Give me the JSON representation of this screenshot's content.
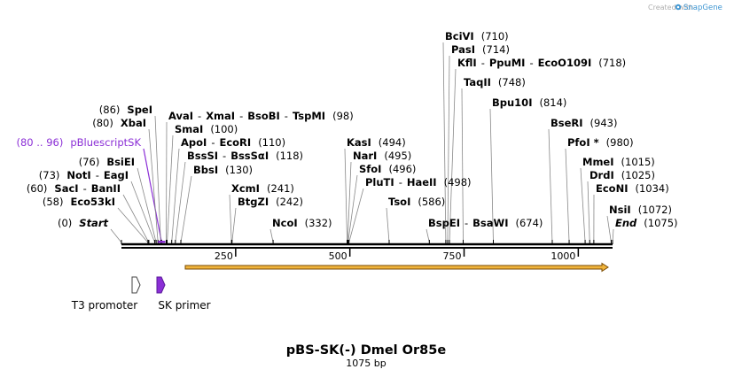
{
  "credit": {
    "text": "Created with",
    "brand": "SnapGene"
  },
  "title": "pBS-SK(-) Dmel Or85e",
  "subtitle": "1075 bp",
  "sequence": {
    "length": 1075
  },
  "axis": {
    "ticks": [
      250,
      500,
      750,
      1000
    ]
  },
  "colors": {
    "backbone": "#000000",
    "feature": "#8b2fd6",
    "arrow_fill": "#f0b43c",
    "arrow_edge": "#7a4a00",
    "leader": "#888888",
    "credit_brand": "#3f96d2"
  },
  "labels": [
    {
      "parts": [
        {
          "t": "(0)",
          "s": "pos"
        },
        {
          "t": "Start",
          "s": "nm-i"
        }
      ],
      "site": 0
    },
    {
      "parts": [
        {
          "t": "(58)",
          "s": "pos"
        },
        {
          "t": "Eco53kI",
          "s": "nm"
        }
      ],
      "site": 58
    },
    {
      "parts": [
        {
          "t": "(60)",
          "s": "pos"
        },
        {
          "t": "SacI",
          "s": "nm"
        },
        {
          "t": "-",
          "s": "pos"
        },
        {
          "t": "BanII",
          "s": "nm"
        }
      ],
      "site": 60
    },
    {
      "parts": [
        {
          "t": "(73)",
          "s": "pos"
        },
        {
          "t": "NotI",
          "s": "nm"
        },
        {
          "t": "-",
          "s": "pos"
        },
        {
          "t": "EagI",
          "s": "nm"
        }
      ],
      "site": 73
    },
    {
      "parts": [
        {
          "t": "(76)",
          "s": "pos"
        },
        {
          "t": "BsiEI",
          "s": "nm"
        }
      ],
      "site": 76
    },
    {
      "parts": [
        {
          "t": "(80 .. 96)",
          "s": "feat"
        },
        {
          "t": "pBluescriptSK",
          "s": "feat"
        }
      ],
      "site": 88
    },
    {
      "parts": [
        {
          "t": "(80)",
          "s": "pos"
        },
        {
          "t": "XbaI",
          "s": "nm"
        }
      ],
      "site": 80
    },
    {
      "parts": [
        {
          "t": "(86)",
          "s": "pos"
        },
        {
          "t": "SpeI",
          "s": "nm"
        }
      ],
      "site": 86
    },
    {
      "parts": [
        {
          "t": "AvaI",
          "s": "nm"
        },
        {
          "t": "-",
          "s": "pos"
        },
        {
          "t": "XmaI",
          "s": "nm"
        },
        {
          "t": "-",
          "s": "pos"
        },
        {
          "t": "BsoBI",
          "s": "nm"
        },
        {
          "t": "-",
          "s": "pos"
        },
        {
          "t": "TspMI",
          "s": "nm"
        },
        {
          "t": "(98)",
          "s": "pos"
        }
      ],
      "site": 98
    },
    {
      "parts": [
        {
          "t": "SmaI",
          "s": "nm"
        },
        {
          "t": "(100)",
          "s": "pos"
        }
      ],
      "site": 100
    },
    {
      "parts": [
        {
          "t": "ApoI",
          "s": "nm"
        },
        {
          "t": "-",
          "s": "pos"
        },
        {
          "t": "EcoRI",
          "s": "nm"
        },
        {
          "t": "(110)",
          "s": "pos"
        }
      ],
      "site": 110
    },
    {
      "parts": [
        {
          "t": "BssSI",
          "s": "nm"
        },
        {
          "t": "-",
          "s": "pos"
        },
        {
          "t": "BssSαI",
          "s": "nm"
        },
        {
          "t": "(118)",
          "s": "pos"
        }
      ],
      "site": 118
    },
    {
      "parts": [
        {
          "t": "BbsI",
          "s": "nm"
        },
        {
          "t": "(130)",
          "s": "pos"
        }
      ],
      "site": 130
    },
    {
      "parts": [
        {
          "t": "XcmI",
          "s": "nm"
        },
        {
          "t": "(241)",
          "s": "pos"
        }
      ],
      "site": 241
    },
    {
      "parts": [
        {
          "t": "BtgZI",
          "s": "nm"
        },
        {
          "t": "(242)",
          "s": "pos"
        }
      ],
      "site": 242
    },
    {
      "parts": [
        {
          "t": "NcoI",
          "s": "nm"
        },
        {
          "t": "(332)",
          "s": "pos"
        }
      ],
      "site": 332
    },
    {
      "parts": [
        {
          "t": "KasI",
          "s": "nm"
        },
        {
          "t": "(494)",
          "s": "pos"
        }
      ],
      "site": 494
    },
    {
      "parts": [
        {
          "t": "NarI",
          "s": "nm"
        },
        {
          "t": "(495)",
          "s": "pos"
        }
      ],
      "site": 495
    },
    {
      "parts": [
        {
          "t": "SfoI",
          "s": "nm"
        },
        {
          "t": "(496)",
          "s": "pos"
        }
      ],
      "site": 496
    },
    {
      "parts": [
        {
          "t": "PluTI",
          "s": "nm"
        },
        {
          "t": "-",
          "s": "pos"
        },
        {
          "t": "HaeII",
          "s": "nm"
        },
        {
          "t": "(498)",
          "s": "pos"
        }
      ],
      "site": 498
    },
    {
      "parts": [
        {
          "t": "TsoI",
          "s": "nm"
        },
        {
          "t": "(586)",
          "s": "pos"
        }
      ],
      "site": 586
    },
    {
      "parts": [
        {
          "t": "BspEI",
          "s": "nm"
        },
        {
          "t": "-",
          "s": "pos"
        },
        {
          "t": "BsaWI",
          "s": "nm"
        },
        {
          "t": "(674)",
          "s": "pos"
        }
      ],
      "site": 674
    },
    {
      "parts": [
        {
          "t": "BciVI",
          "s": "nm"
        },
        {
          "t": "(710)",
          "s": "pos"
        }
      ],
      "site": 710
    },
    {
      "parts": [
        {
          "t": "PasI",
          "s": "nm"
        },
        {
          "t": "(714)",
          "s": "pos"
        }
      ],
      "site": 714
    },
    {
      "parts": [
        {
          "t": "KflI",
          "s": "nm"
        },
        {
          "t": "-",
          "s": "pos"
        },
        {
          "t": "PpuMI",
          "s": "nm"
        },
        {
          "t": "-",
          "s": "pos"
        },
        {
          "t": "EcoO109I",
          "s": "nm"
        },
        {
          "t": "(718)",
          "s": "pos"
        }
      ],
      "site": 718
    },
    {
      "parts": [
        {
          "t": "TaqII",
          "s": "nm"
        },
        {
          "t": "(748)",
          "s": "pos"
        }
      ],
      "site": 748
    },
    {
      "parts": [
        {
          "t": "Bpu10I",
          "s": "nm"
        },
        {
          "t": "(814)",
          "s": "pos"
        }
      ],
      "site": 814
    },
    {
      "parts": [
        {
          "t": "BseRI",
          "s": "nm"
        },
        {
          "t": "(943)",
          "s": "pos"
        }
      ],
      "site": 943
    },
    {
      "parts": [
        {
          "t": "PfoI *",
          "s": "nm"
        },
        {
          "t": "(980)",
          "s": "pos"
        }
      ],
      "site": 980
    },
    {
      "parts": [
        {
          "t": "MmeI",
          "s": "nm"
        },
        {
          "t": "(1015)",
          "s": "pos"
        }
      ],
      "site": 1015
    },
    {
      "parts": [
        {
          "t": "DrdI",
          "s": "nm"
        },
        {
          "t": "(1025)",
          "s": "pos"
        }
      ],
      "site": 1025
    },
    {
      "parts": [
        {
          "t": "EcoNI",
          "s": "nm"
        },
        {
          "t": "(1034)",
          "s": "pos"
        }
      ],
      "site": 1034
    },
    {
      "parts": [
        {
          "t": "NsiI",
          "s": "nm"
        },
        {
          "t": "(1072)",
          "s": "pos"
        }
      ],
      "site": 1072
    },
    {
      "parts": [
        {
          "t": "End",
          "s": "nm-i"
        },
        {
          "t": "(1075)",
          "s": "pos"
        }
      ],
      "site": 1075
    }
  ],
  "features": [
    {
      "name": "T3 promoter",
      "start": 31,
      "end": 49,
      "style": "outline"
    },
    {
      "name": "SK primer",
      "start": 80,
      "end": 96,
      "style": "filled"
    }
  ],
  "orf": {
    "start": 130,
    "end": 1075
  }
}
